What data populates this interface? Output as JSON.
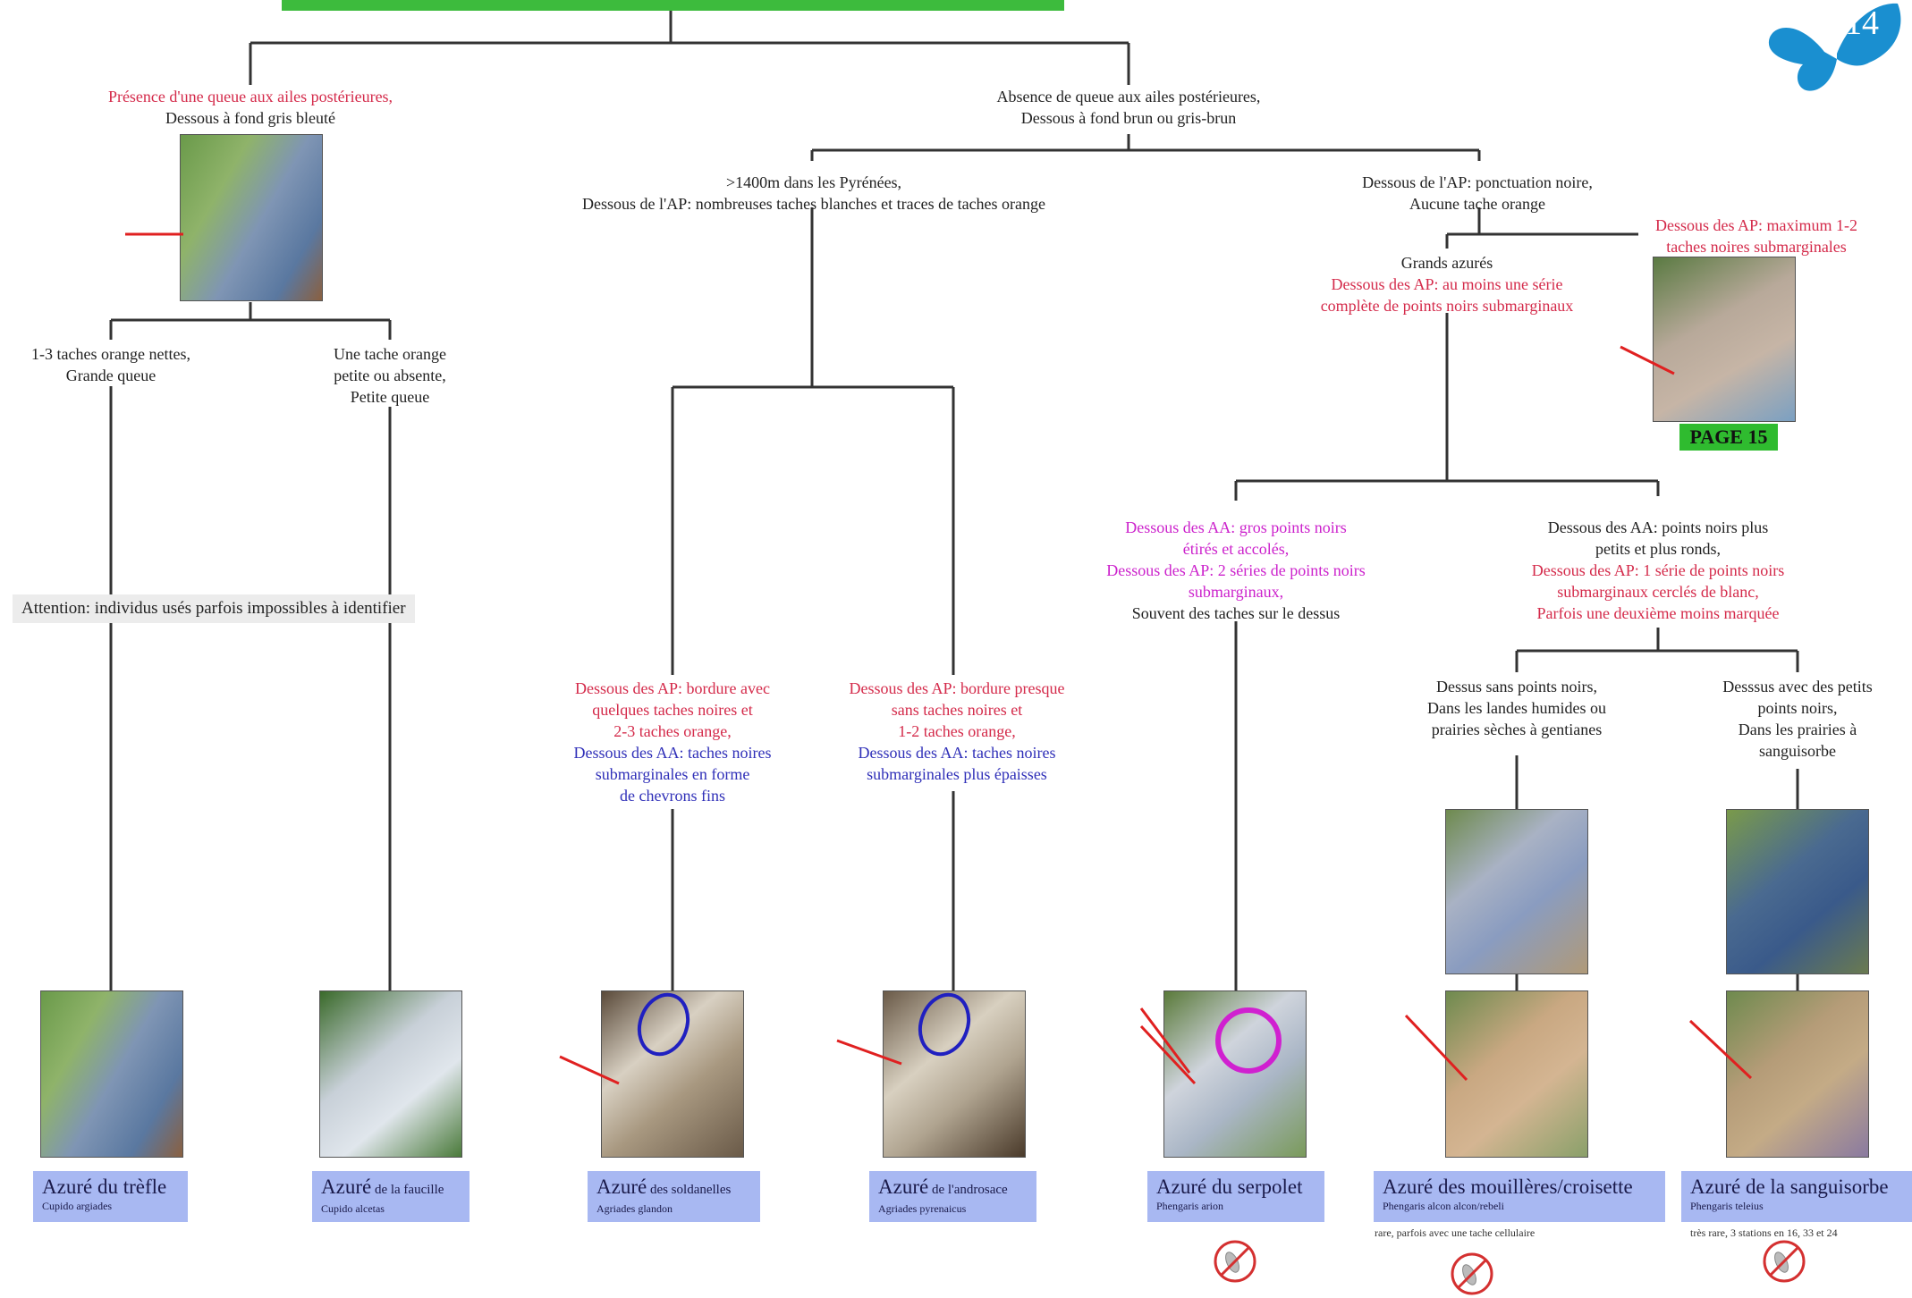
{
  "page": {
    "number": "14",
    "link_next": "PAGE 15"
  },
  "colors": {
    "header_green": "#3dbb3d",
    "label_red": "#d42a4a",
    "label_blue": "#2f2fb8",
    "label_magenta": "#cc22cc",
    "species_box": "#a8b8f2",
    "page_butterfly": "#1a8fd0",
    "protected_red": "#d43030"
  },
  "nodes": {
    "tailed": {
      "line1": "Présence d'une queue aux ailes postérieures,",
      "line2": "Dessous à fond gris bleuté"
    },
    "untailed": {
      "line1": "Absence de queue aux ailes postérieures,",
      "line2": "Dessous à fond brun ou gris-brun"
    },
    "big_tail": {
      "line1": "1-3 taches orange nettes,",
      "line2": "Grande queue"
    },
    "small_tail": {
      "line1": "Une tache orange",
      "line2": "petite ou absente,",
      "line3": "Petite queue"
    },
    "pyrenees": {
      "line1": ">1400m dans les Pyrénées,",
      "line2": "Dessous de l'AP: nombreuses taches blanches et traces de taches orange"
    },
    "black_dots": {
      "line1": "Dessous de l'AP: ponctuation noire,",
      "line2": "Aucune tache orange"
    },
    "max_spots": {
      "line1": "Dessous des AP: maximum 1-2",
      "line2": "taches noires submarginales"
    },
    "grands_azures": {
      "line1": "Grands azurés",
      "line2": "Dessous des AP: au moins une série",
      "line3": "complète de points noirs submarginaux"
    },
    "gros_points": {
      "line1": "Dessous des AA: gros points noirs",
      "line2": "étirés et accolés,",
      "line3": "Dessous des AP: 2 séries de points noirs",
      "line4": "submarginaux,",
      "line5": "Souvent des taches sur le dessus"
    },
    "petits_points": {
      "line1": "Dessous des AA: points noirs plus",
      "line2": "petits et plus ronds,",
      "line3": "Dessous des AP: 1 série de points noirs",
      "line4": "submarginaux cerclés de blanc,",
      "line5": "Parfois une deuxième moins marquée"
    },
    "soldanelles_key": {
      "line1": "Dessous des AP: bordure avec",
      "line2": "quelques taches noires et",
      "line3": "2-3 taches orange,",
      "line4": "Dessous des AA: taches noires",
      "line5": "submarginales en forme",
      "line6": "de chevrons fins"
    },
    "androsace_key": {
      "line1": "Dessous des AP: bordure presque",
      "line2": "sans taches noires et",
      "line3": "1-2 taches orange,",
      "line4": "Dessous des AA: taches noires",
      "line5": "submarginales plus épaisses"
    },
    "sans_points": {
      "line1": "Dessus sans points noirs,",
      "line2": "Dans les landes humides ou",
      "line3": "prairies sèches à gentianes"
    },
    "avec_points": {
      "line1": "Desssus avec des petits",
      "line2": "points noirs,",
      "line3": "Dans les prairies à",
      "line4": "sanguisorbe"
    }
  },
  "warning": "Attention: individus usés parfois impossibles à identifier",
  "species": [
    {
      "name": "Azuré",
      "name_rest": " du trèfle",
      "latin": "Cupido argiades",
      "note": ""
    },
    {
      "name": "Azuré",
      "name_rest": " de la faucille",
      "latin": "Cupido alcetas",
      "note": ""
    },
    {
      "name": "Azuré",
      "name_rest": " des soldanelles",
      "latin": "Agriades glandon",
      "note": ""
    },
    {
      "name": "Azuré",
      "name_rest": " de l'androsace",
      "latin": "Agriades pyrenaicus",
      "note": ""
    },
    {
      "name": "Azuré",
      "name_rest": " du serpolet",
      "latin": "Phengaris arion",
      "note": ""
    },
    {
      "name": "Azuré",
      "name_rest": " des mouillères/croisette",
      "latin": "Phengaris alcon alcon/rebeli",
      "note": "rare, parfois avec une tache cellulaire"
    },
    {
      "name": "Azuré",
      "name_rest": " de la sanguisorbe",
      "latin": "Phengaris teleius",
      "note": "très rare, 3 stations en 16, 33 et 24"
    }
  ]
}
